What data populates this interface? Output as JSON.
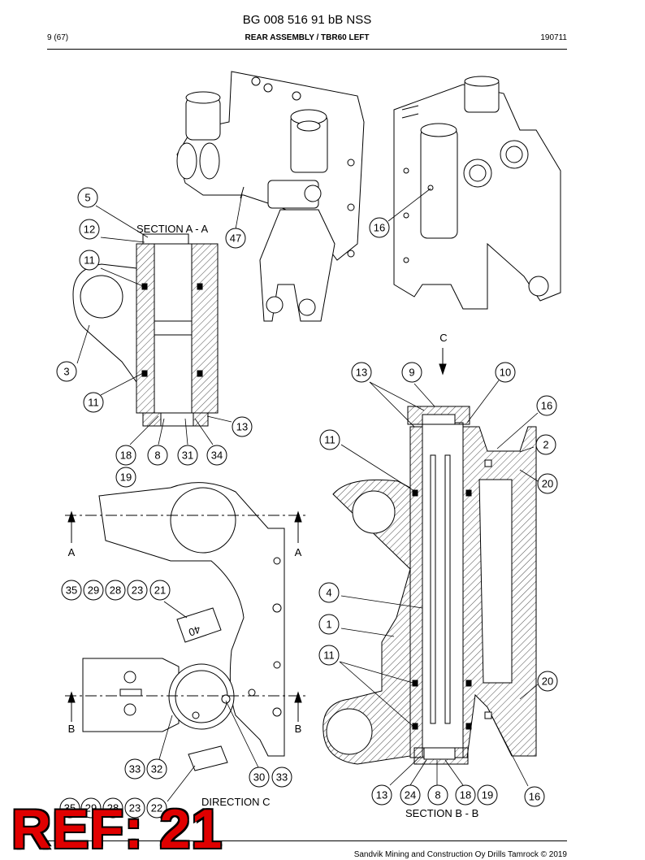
{
  "header": {
    "doc_title": "BG 008 516 91 bB NSS",
    "page": "9 (67)",
    "title": "REAR ASSEMBLY / TBR60 LEFT",
    "date": "190711"
  },
  "labels": {
    "section_aa": "SECTION A - A",
    "section_bb": "SECTION B - B",
    "direction_c": "DIRECTION C",
    "arrow_c": "C",
    "arrow_a": "A",
    "arrow_b": "B"
  },
  "callouts": {
    "c5": "5",
    "c12": "12",
    "c11a": "11",
    "c3": "3",
    "c11b": "11",
    "c47": "47",
    "c16a": "16",
    "c13a": "13",
    "c18a": "18",
    "c8a": "8",
    "c31": "31",
    "c34": "34",
    "c19a": "19",
    "c13b": "13",
    "c9": "9",
    "c10": "10",
    "c16b": "16",
    "c11c": "11",
    "c2": "2",
    "c20a": "20",
    "c4": "4",
    "c1": "1",
    "c11d": "11",
    "c20b": "20",
    "c13c": "13",
    "c24": "24",
    "c8b": "8",
    "c18b": "18",
    "c19b": "19",
    "c16c": "16",
    "c35a": "35",
    "c29a": "29",
    "c28a": "28",
    "c23a": "23",
    "c21": "21",
    "c33a": "33",
    "c32": "32",
    "c30": "30",
    "c33b": "33",
    "c35b": "35",
    "c29b": "29",
    "c28b": "28",
    "c23b": "23",
    "c22": "22"
  },
  "valve_marking": "40",
  "footer": {
    "text": "Sandvik Mining and Construction Oy Drills Tamrock © 2019"
  },
  "overlay": {
    "stamp": "REF: 21",
    "stamp_color": "#e00000"
  }
}
